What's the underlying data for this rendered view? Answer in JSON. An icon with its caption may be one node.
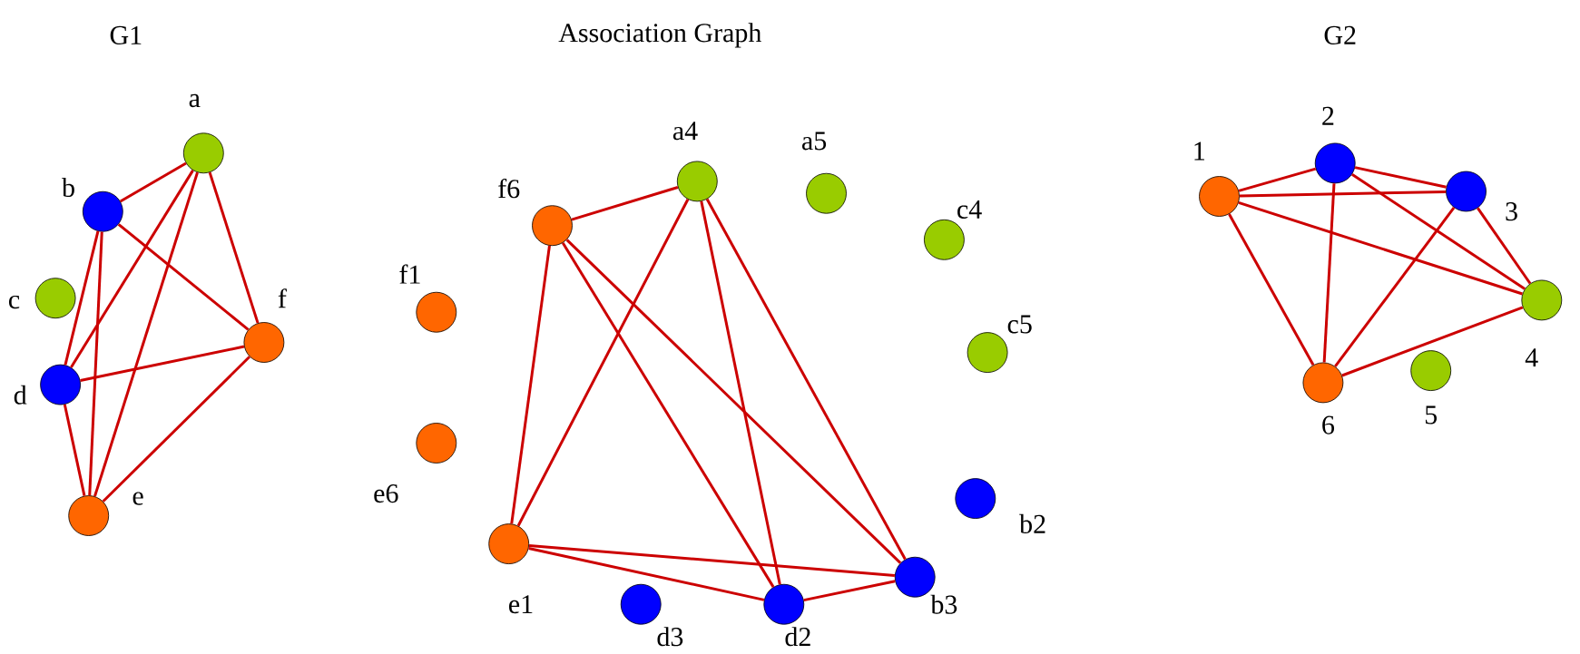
{
  "diagram": {
    "nodes": [
      {
        "text": [
          "a"
        ]
      },
      {
        "text": [
          "b"
        ]
      },
      {
        "text": [
          "c"
        ]
      },
      {
        "text": [
          "d"
        ]
      },
      {
        "text": [
          "e"
        ]
      },
      {
        "text": [
          "f"
        ]
      },
      {
        "text": [
          "a4"
        ]
      },
      {
        "text": [
          "a5"
        ]
      },
      {
        "text": [
          "f6"
        ]
      },
      {
        "text": [
          "c4"
        ]
      },
      {
        "text": [
          "f1"
        ]
      },
      {
        "text": [
          "c5"
        ]
      },
      {
        "text": [
          "e6"
        ]
      },
      {
        "text": [
          "b2"
        ]
      },
      {
        "text": [
          "e1"
        ]
      },
      {
        "text": [
          "b3"
        ]
      },
      {
        "text": [
          "d3"
        ]
      },
      {
        "text": [
          "d2"
        ]
      },
      {
        "text": [
          "2"
        ]
      },
      {
        "text": [
          "1"
        ]
      },
      {
        "text": [
          "3"
        ]
      },
      {
        "text": [
          "4"
        ]
      },
      {
        "text": [
          "6"
        ]
      },
      {
        "text": [
          "5"
        ]
      }
    ],
    "edges": [
      {
        "from": 0,
        "to": 1,
        "arrow": "none"
      },
      {
        "from": 0,
        "to": 5,
        "arrow": "none"
      },
      {
        "from": 0,
        "to": 3,
        "arrow": "none"
      },
      {
        "from": 0,
        "to": 4,
        "arrow": "none"
      },
      {
        "from": 1,
        "to": 3,
        "arrow": "none"
      },
      {
        "from": 1,
        "to": 4,
        "arrow": "none"
      },
      {
        "from": 1,
        "to": 5,
        "arrow": "none"
      },
      {
        "from": 3,
        "to": 5,
        "arrow": "none"
      },
      {
        "from": 3,
        "to": 4,
        "arrow": "none"
      },
      {
        "from": 4,
        "to": 5,
        "arrow": "none"
      },
      {
        "from": 8,
        "to": 6,
        "arrow": "none"
      },
      {
        "from": 8,
        "to": 14,
        "arrow": "none"
      },
      {
        "from": 8,
        "to": 17,
        "arrow": "none"
      },
      {
        "from": 8,
        "to": 15,
        "arrow": "none"
      },
      {
        "from": 6,
        "to": 14,
        "arrow": "none"
      },
      {
        "from": 6,
        "to": 17,
        "arrow": "none"
      },
      {
        "from": 6,
        "to": 15,
        "arrow": "none"
      },
      {
        "from": 14,
        "to": 17,
        "arrow": "none"
      },
      {
        "from": 14,
        "to": 15,
        "arrow": "none"
      },
      {
        "from": 17,
        "to": 15,
        "arrow": "none"
      },
      {
        "from": 19,
        "to": 18,
        "arrow": "none"
      },
      {
        "from": 19,
        "to": 20,
        "arrow": "none"
      },
      {
        "from": 19,
        "to": 21,
        "arrow": "none"
      },
      {
        "from": 19,
        "to": 22,
        "arrow": "none"
      },
      {
        "from": 18,
        "to": 20,
        "arrow": "none"
      },
      {
        "from": 18,
        "to": 21,
        "arrow": "none"
      },
      {
        "from": 18,
        "to": 22,
        "arrow": "none"
      },
      {
        "from": 20,
        "to": 22,
        "arrow": "none"
      },
      {
        "from": 20,
        "to": 21,
        "arrow": "none"
      },
      {
        "from": 21,
        "to": 22,
        "arrow": "none"
      }
    ],
    "labels": [
      "G1",
      "Association Graph",
      "G2"
    ]
  }
}
